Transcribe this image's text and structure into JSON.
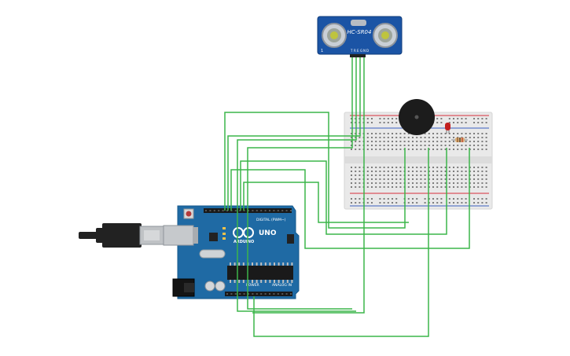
{
  "sensor": {
    "model": "HC-SR04",
    "pin_labels": [
      "1",
      "T",
      "R",
      "E",
      "G",
      "N",
      "D"
    ]
  },
  "arduino": {
    "logo_text": "ARDUINO",
    "model": "UNO",
    "digital_label": "DIGITAL (PWM~)",
    "power_label": "POWER",
    "analog_label": "ANALOG IN"
  },
  "colors": {
    "board_blue": "#1f6aa4",
    "sensor_blue": "#1b54a5",
    "wire_green": "#3cb54a",
    "breadboard": "#e9e9e9",
    "rail_red": "#d6303a",
    "rail_blue": "#3a5fc0",
    "buzzer": "#1c1c1c",
    "led": "#c21f1f",
    "usb_cable": "#222222"
  },
  "icons": [
    "usb-cable-icon",
    "buzzer-icon",
    "led-icon",
    "resistor-icon",
    "reset-button-icon",
    "chip-icon"
  ]
}
